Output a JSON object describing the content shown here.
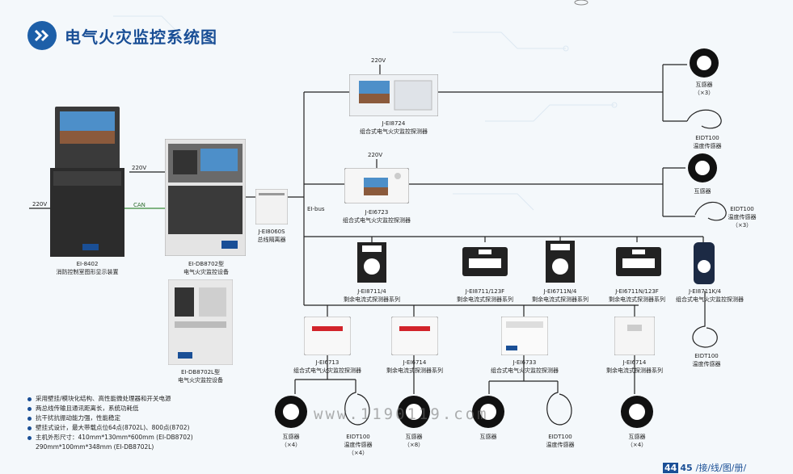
{
  "title": "电气火灾监控系统图",
  "colors": {
    "accent": "#1a4f96",
    "wire": "#222222",
    "can": "#3a8a3a"
  },
  "power": {
    "v1": "220V",
    "v2": "220V",
    "v3": "220V",
    "v4": "220V"
  },
  "bus": {
    "can": "CAN",
    "eibus": "EI-bus"
  },
  "devices": {
    "ei8402": {
      "model": "EI-8402",
      "desc": "消防控制室图形显示装置"
    },
    "db8702": {
      "model": "EI-DB8702型",
      "desc": "电气火灾监控设备"
    },
    "db8702l": {
      "model": "EI-DB8702L型",
      "desc": "电气火灾监控设备"
    },
    "ei8060s": {
      "model": "J-EI8060S",
      "desc": "总线隔离器"
    },
    "ei8724": {
      "model": "J-EI8724",
      "desc": "组合式电气火灾监控探测器"
    },
    "ei6723": {
      "model": "J-EI6723",
      "desc": "组合式电气火灾监控探测器"
    },
    "ei8711_4": {
      "model": "J-EI8711/4",
      "desc": "剩余电流式探测器系列"
    },
    "ei8711_123f": {
      "model": "J-EI8711/123F",
      "desc": "剩余电流式探测器系列"
    },
    "ei6711n_4": {
      "model": "J-EI6711N/4",
      "desc": "剩余电流式探测器系列"
    },
    "ei6711n_123f": {
      "model": "J-EI6711N/123F",
      "desc": "剩余电流式探测器系列"
    },
    "ei8711k_4": {
      "model": "J-EI8711K/4",
      "desc": "组合式电气火灾监控探测器"
    },
    "ei6713": {
      "model": "J-EI6713",
      "desc": "组合式电气火灾监控探测器"
    },
    "ei6714a": {
      "model": "J-EI6714",
      "desc": "剩余电流式探测器系列"
    },
    "ei6733": {
      "model": "J-EI6733",
      "desc": "组合式电气火灾监控探测器"
    },
    "ei6714b": {
      "model": "J-EI6714",
      "desc": "剩余电流式探测器系列"
    }
  },
  "sensors": {
    "s1": {
      "name": "互感器",
      "qty": "（×3）"
    },
    "t1": {
      "name": "EIDT100",
      "desc": "温度传感器"
    },
    "s2": {
      "name": "互感器"
    },
    "t2": {
      "name": "EIDT100",
      "desc": "温度传感器",
      "qty": "（×3）"
    },
    "t3": {
      "name": "EIDT100",
      "desc": "温度传感器"
    },
    "b1": {
      "name": "互感器",
      "qty": "（×4）"
    },
    "b2": {
      "name": "EIDT100",
      "desc": "温度传感器",
      "qty": "（×4）"
    },
    "b3": {
      "name": "互感器",
      "qty": "（×8）"
    },
    "b4": {
      "name": "互感器"
    },
    "b5": {
      "name": "EIDT100",
      "desc": "温度传感器"
    },
    "b6": {
      "name": "互感器",
      "qty": "（×4）"
    }
  },
  "features": [
    "采用壁挂/模块化结构、高性能微处理器和开关电源",
    "两总线传输且通讯距离长，系统功耗低",
    "抗干扰抗振动能力强，性能稳定",
    "壁挂式设计，最大带载点位64点(8702L)、800点(8702)",
    "主机外形尺寸：410mm*130mm*600mm (EI-DB8702)",
    "290mm*100mm*348mm (EI-DB8702L)"
  ],
  "watermark": "www.1190119.com",
  "page": {
    "n1": "44",
    "n2": "45",
    "text": "/接/线/图/册/"
  }
}
